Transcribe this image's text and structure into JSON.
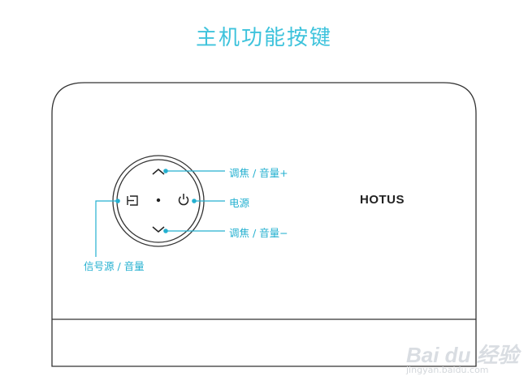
{
  "title": "主机功能按键",
  "brand": "HOTUS",
  "callouts": {
    "focus_up": "调焦 / 音量+",
    "power": "电源",
    "focus_down": "调焦 / 音量−",
    "source": "信号源 / 音量"
  },
  "icons": [
    "chevron-up-icon",
    "chevron-down-icon",
    "power-icon",
    "input-source-icon",
    "center-dot-icon"
  ],
  "colors": {
    "accent": "#3ec3dc",
    "outline": "#333333",
    "brand": "#222222"
  },
  "watermark": {
    "main": "Bai du 经验",
    "sub": "jingyan.baidu.com"
  }
}
